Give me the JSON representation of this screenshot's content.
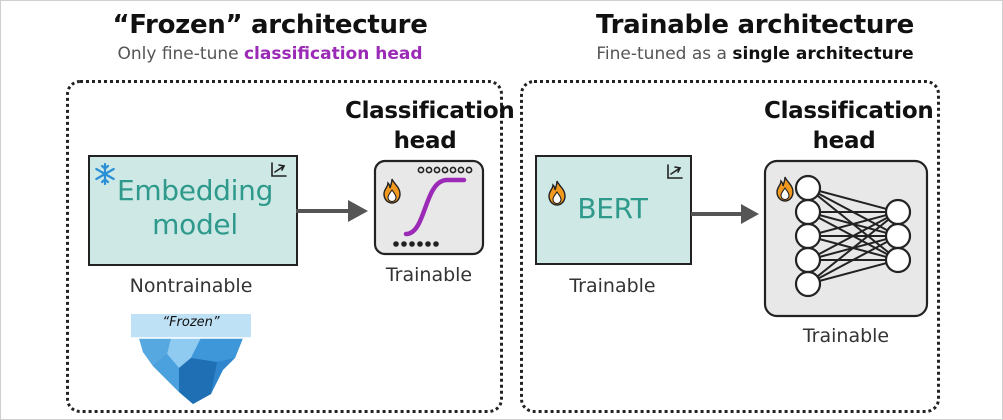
{
  "left_section": {
    "title": "“Frozen” architecture",
    "subtitle_prefix": "Only fine-tune ",
    "subtitle_highlight": "classification head",
    "head_label_line1": "Classification",
    "head_label_line2": "head",
    "model_box_line1": "Embedding",
    "model_box_line2": "model",
    "model_status": "Nontrainable",
    "head_status": "Trainable",
    "iceberg_label": "“Frozen”",
    "icons": [
      "snowflake-icon",
      "expand-icon",
      "flame-icon",
      "sigmoid-curve-icon",
      "iceberg-icon",
      "arrow-right-icon"
    ]
  },
  "right_section": {
    "title": "Trainable architecture",
    "subtitle_prefix": "Fine-tuned as a ",
    "subtitle_highlight": "single architecture",
    "head_label_line1": "Classification",
    "head_label_line2": "head",
    "model_box_text": "BERT",
    "model_status": "Trainable",
    "head_status": "Trainable",
    "icons": [
      "flame-icon",
      "expand-icon",
      "neural-network-icon",
      "arrow-right-icon"
    ]
  },
  "colors": {
    "model_fill": "#cde8e5",
    "model_text": "#2f9a8c",
    "accent_purple": "#9b2ab6",
    "flame_orange": "#f29a1f",
    "snowflake_blue": "#2b8fd6",
    "head_fill": "#e8e8e8"
  }
}
